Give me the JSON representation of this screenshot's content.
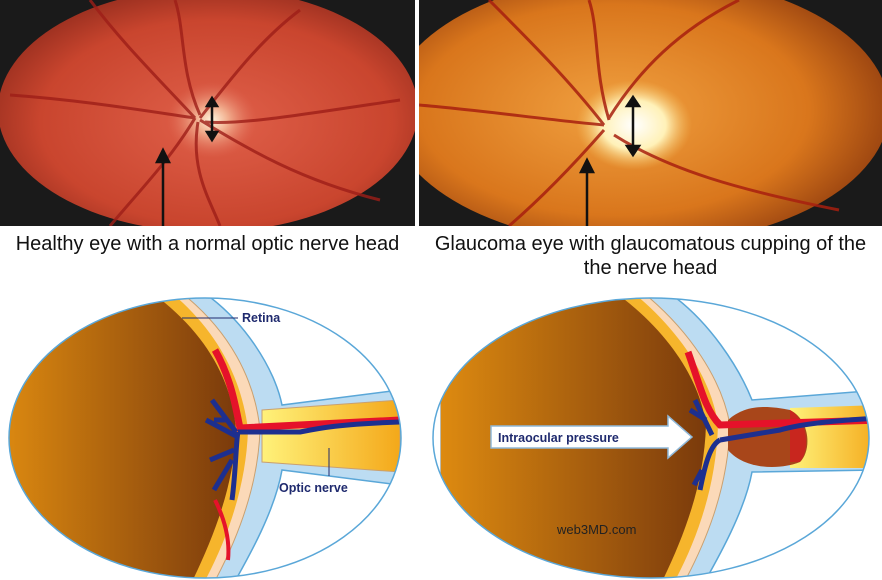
{
  "photos": {
    "healthy_caption": "Healthy eye with a normal optic nerve head",
    "glaucoma_caption": "Glaucoma eye with glaucomatous cupping of the the nerve head"
  },
  "diagrams": {
    "retina_label": "Retina",
    "optic_nerve_label": "Optic nerve",
    "pressure_label": "Intraocular pressure",
    "watermark": "web3MD.com"
  },
  "colors": {
    "globe": "#a3580f",
    "sclera": "#bcdcf2",
    "retina": "#f6b52c",
    "vessel_red": "#e5122a",
    "vessel_blue": "#1d2f8f"
  }
}
